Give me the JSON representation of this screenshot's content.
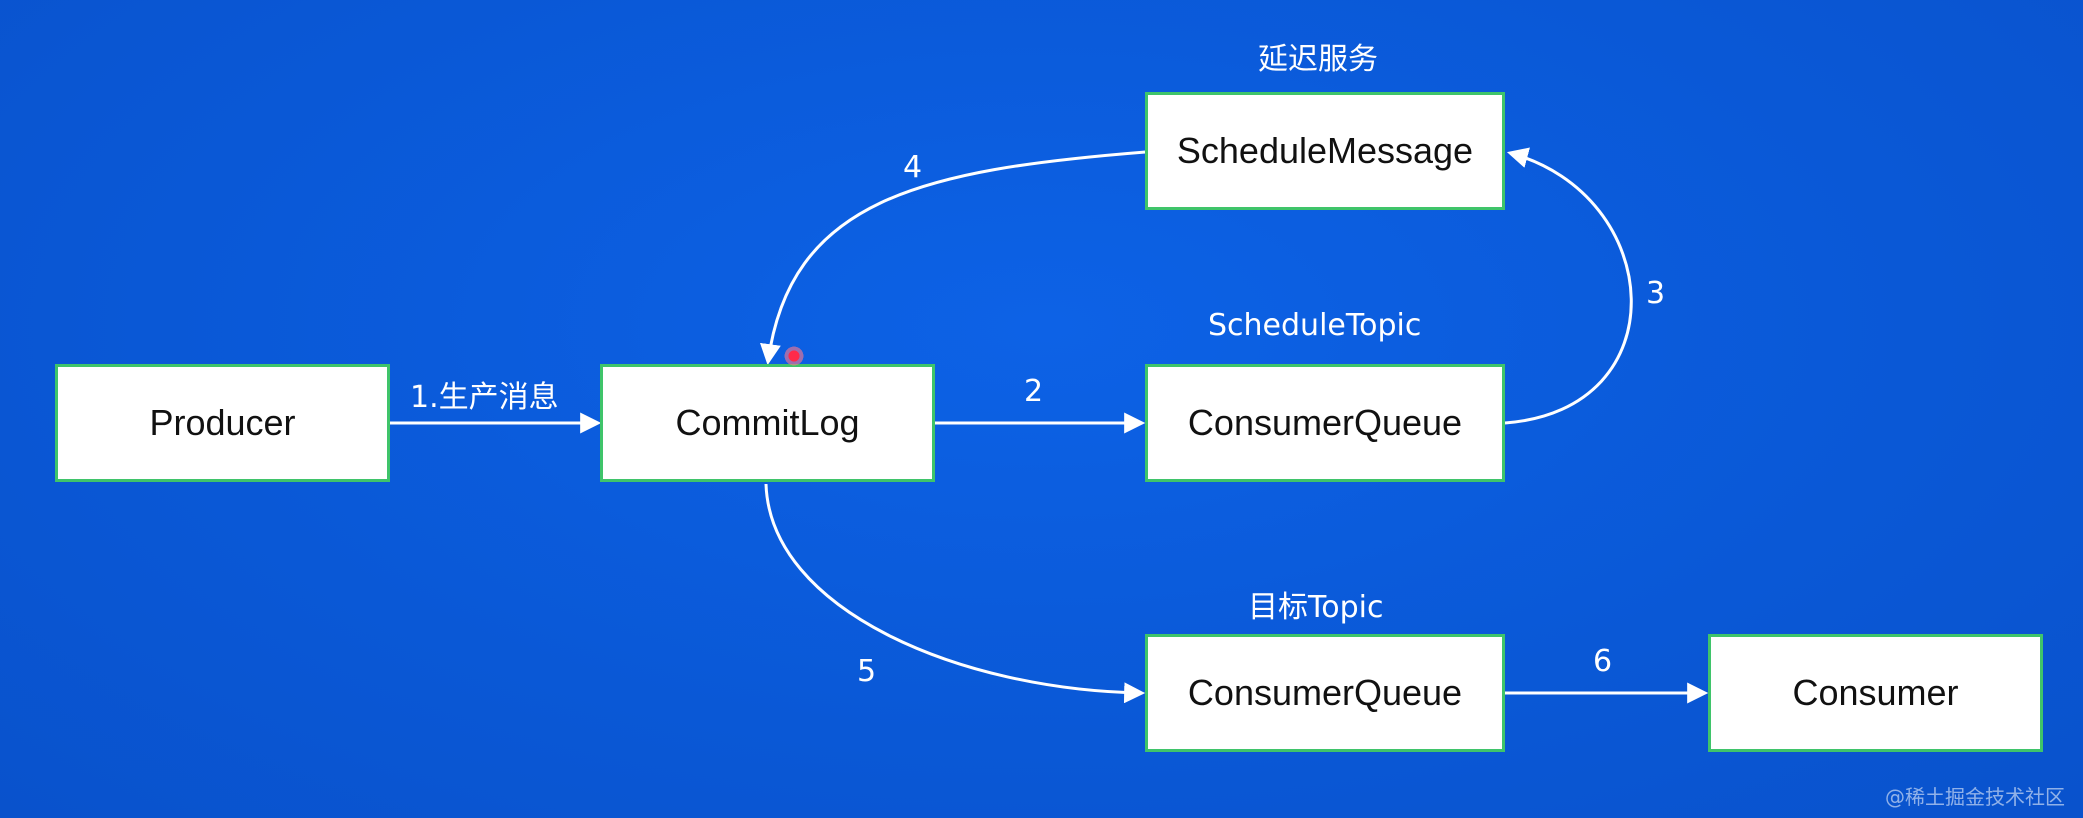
{
  "nodes": {
    "producer": "Producer",
    "commitlog": "CommitLog",
    "schedule_message": "ScheduleMessage",
    "schedule_consumer_queue": "ConsumerQueue",
    "target_consumer_queue": "ConsumerQueue",
    "consumer": "Consumer"
  },
  "section_labels": {
    "delay_service": "延迟服务",
    "schedule_topic": "ScheduleTopic",
    "target_topic": "目标Topic"
  },
  "edge_labels": {
    "produce": "1.生产消息",
    "step2": "2",
    "step3": "3",
    "step4": "4",
    "step5": "5",
    "step6": "6"
  },
  "watermark": "@稀土掘金技术社区",
  "colors": {
    "background": "#0b5bd9",
    "node_fill": "#ffffff",
    "node_border": "#3fc46a",
    "arrow": "#ffffff"
  }
}
